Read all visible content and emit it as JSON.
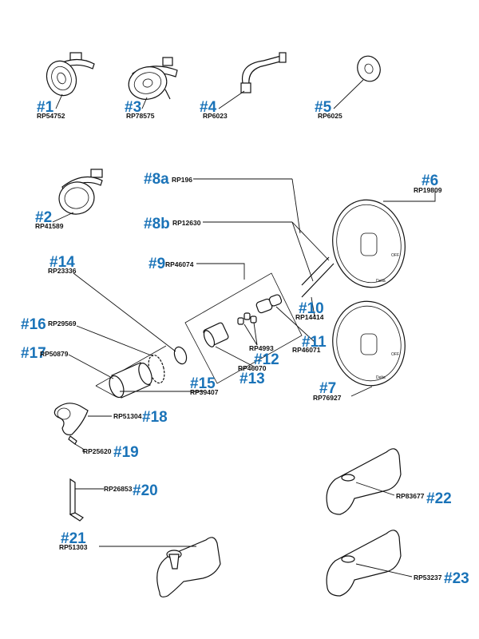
{
  "colors": {
    "label": "#1a73b8",
    "line": "#111111",
    "background": "#ffffff"
  },
  "parts": [
    {
      "id": "p1",
      "number": "#1",
      "code": "RP54752",
      "icon": "showerhead-icon"
    },
    {
      "id": "p2",
      "number": "#2",
      "code": "RP41589",
      "icon": "showerhead-icon"
    },
    {
      "id": "p3",
      "number": "#3",
      "code": "RP78575",
      "icon": "multi-function-showerhead-icon"
    },
    {
      "id": "p4",
      "number": "#4",
      "code": "RP6023",
      "icon": "shower-arm-icon"
    },
    {
      "id": "p5",
      "number": "#5",
      "code": "RP6025",
      "icon": "flange-icon"
    },
    {
      "id": "p6",
      "number": "#6",
      "code": "RP19809",
      "icon": "trim-plate-icon"
    },
    {
      "id": "p7",
      "number": "#7",
      "code": "RP76927",
      "icon": "trim-plate-icon"
    },
    {
      "id": "p8a",
      "number": "#8a",
      "code": "RP196",
      "icon": "screw-icon"
    },
    {
      "id": "p8b",
      "number": "#8b",
      "code": "RP12630",
      "icon": "screw-icon"
    },
    {
      "id": "p9",
      "number": "#9",
      "code": "RP46074",
      "icon": "kit-bracket-icon"
    },
    {
      "id": "p10",
      "number": "#10",
      "code": "RP14414",
      "icon": "stop-icon"
    },
    {
      "id": "p11",
      "number": "#11",
      "code": "RP46071",
      "icon": "stop-icon"
    },
    {
      "id": "p12",
      "number": "#12",
      "code": "RP4993",
      "icon": "seat-spring-icon"
    },
    {
      "id": "p13",
      "number": "#13",
      "code": "RP46070",
      "icon": "cartridge-icon"
    },
    {
      "id": "p14",
      "number": "#14",
      "code": "RP23336",
      "icon": "o-ring-icon"
    },
    {
      "id": "p15",
      "number": "#15",
      "code": "RP39407",
      "icon": "kit-bracket-icon"
    },
    {
      "id": "p16",
      "number": "#16",
      "code": "RP29569",
      "icon": "spline-adapter-icon"
    },
    {
      "id": "p17",
      "number": "#17",
      "code": "RP50879",
      "icon": "sleeve-icon"
    },
    {
      "id": "p18",
      "number": "#18",
      "code": "RP51304",
      "icon": "lever-handle-icon"
    },
    {
      "id": "p19",
      "number": "#19",
      "code": "RP25620",
      "icon": "set-screw-icon"
    },
    {
      "id": "p20",
      "number": "#20",
      "code": "RP26853",
      "icon": "hex-wrench-icon"
    },
    {
      "id": "p21",
      "number": "#21",
      "code": "RP51303",
      "icon": "tub-spout-icon"
    },
    {
      "id": "p22",
      "number": "#22",
      "code": "RP83677",
      "icon": "tub-spout-icon"
    },
    {
      "id": "p23",
      "number": "#23",
      "code": "RP53237",
      "icon": "tub-spout-icon"
    }
  ],
  "plate_marks": {
    "off": "OFF",
    "brand": "Delta"
  }
}
